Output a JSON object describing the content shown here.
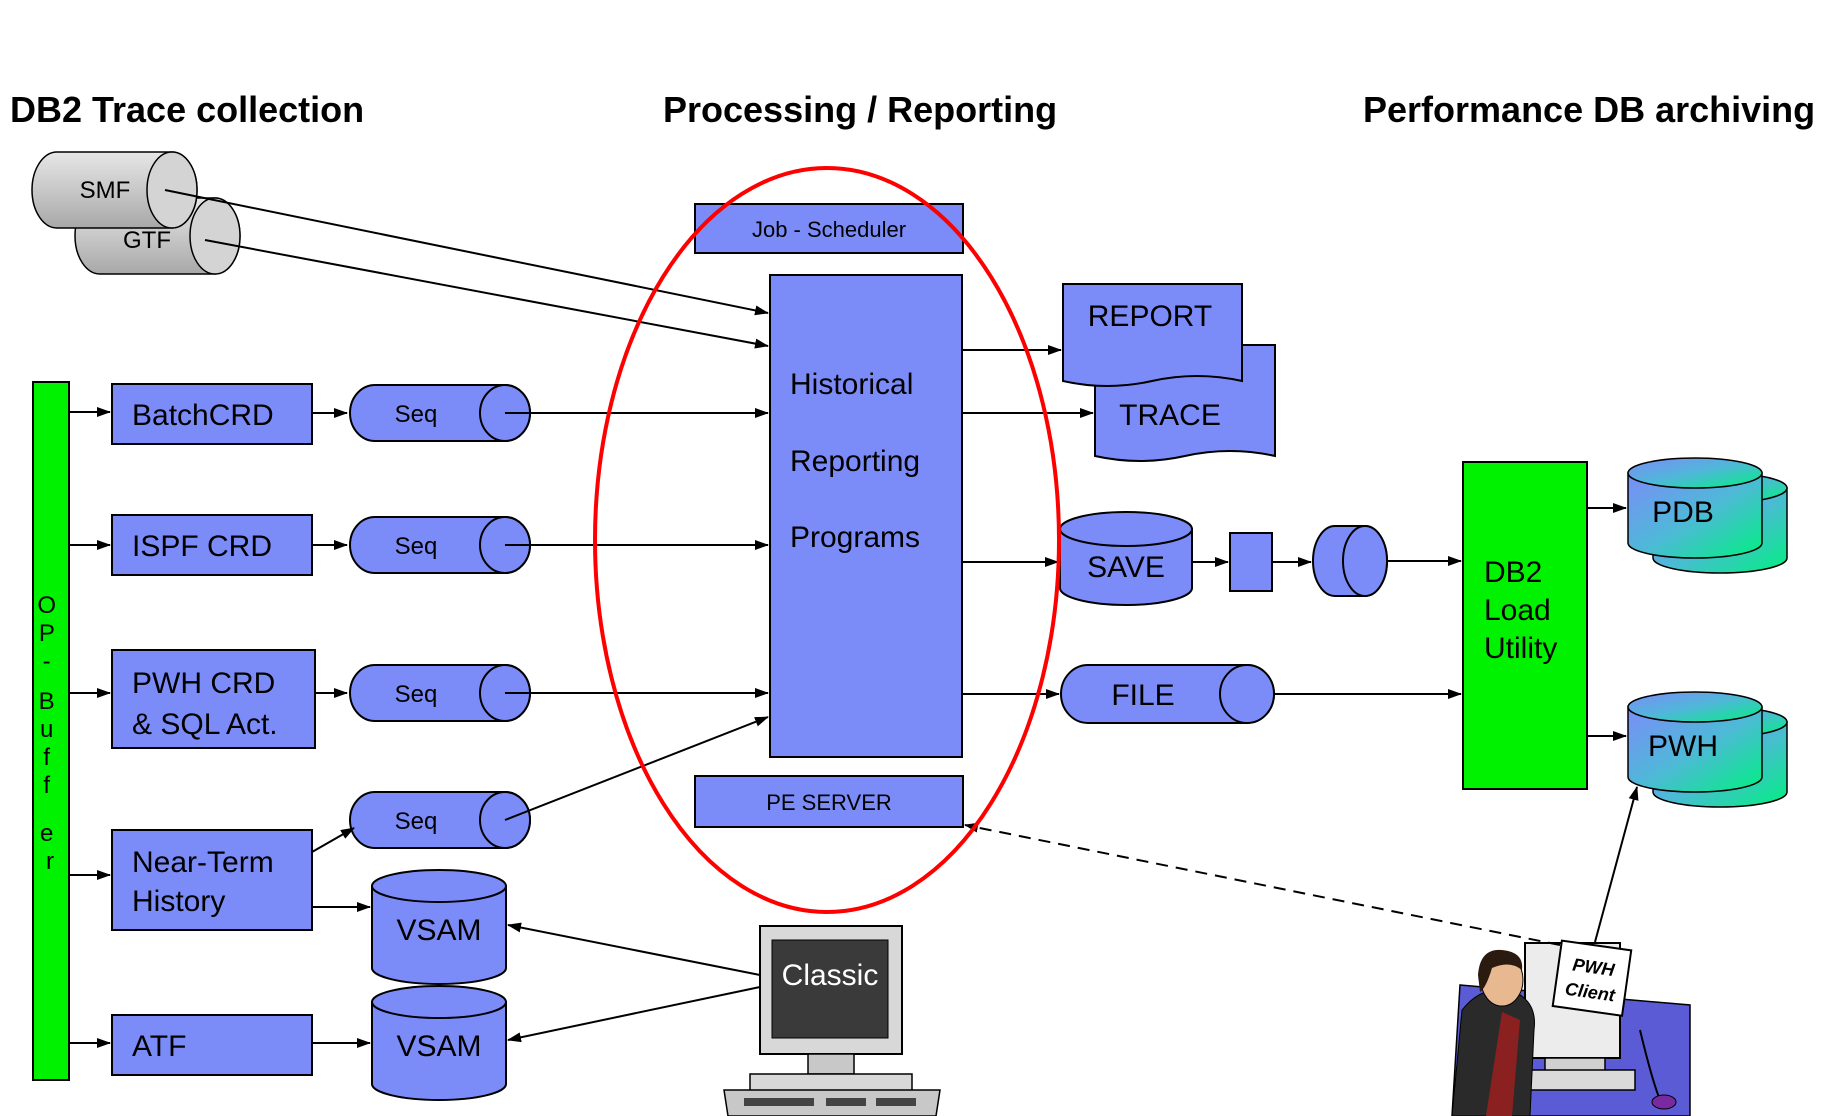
{
  "headers": {
    "collection": "DB2 Trace collection",
    "processing": "Processing / Reporting",
    "archiving": "Performance DB archiving"
  },
  "sources": {
    "smf": "SMF",
    "gtf": "GTF"
  },
  "op_buffer": {
    "letters": [
      "O",
      "P",
      "-",
      "B",
      "u",
      "f",
      "f",
      "e",
      "r"
    ]
  },
  "collectors": {
    "batchcrd": "BatchCRD",
    "ispfcrd": "ISPF CRD",
    "pwhcrd_line1": "PWH CRD",
    "pwhcrd_line2": "& SQL Act.",
    "nearterm_line1": "Near-Term",
    "nearterm_line2": "History",
    "atf": "ATF"
  },
  "datasets": {
    "seq": "Seq",
    "vsam": "VSAM"
  },
  "processing": {
    "job_scheduler": "Job - Scheduler",
    "programs_line1": "Historical",
    "programs_line2": "Reporting",
    "programs_line3": "Programs",
    "pe_server": "PE SERVER"
  },
  "outputs": {
    "report": "REPORT",
    "trace": "TRACE",
    "save": "SAVE",
    "file": "FILE"
  },
  "archiving": {
    "load_line1": "DB2",
    "load_line2": "Load",
    "load_line3": "Utility",
    "pdb": "PDB",
    "pwh": "PWH"
  },
  "clients": {
    "classic": "Classic",
    "pwh_client_line1": "PWH",
    "pwh_client_line2": "Client"
  },
  "colors": {
    "box_fill": "#7b8cf9",
    "green": "#00f200",
    "highlight_ellipse": "#ff0000"
  }
}
